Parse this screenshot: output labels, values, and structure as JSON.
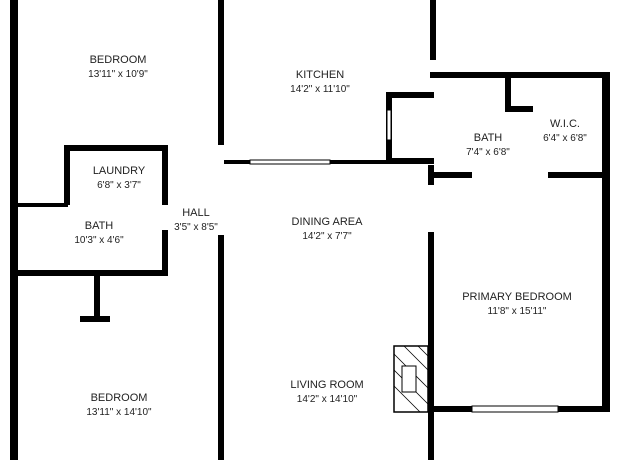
{
  "rooms": [
    {
      "key": "bedroom1",
      "name": "BEDROOM",
      "size": "13'11\" x 10'9\""
    },
    {
      "key": "kitchen",
      "name": "KITCHEN",
      "size": "14'2\" x 11'10\""
    },
    {
      "key": "wic",
      "name": "W.I.C.",
      "size": "6'4\" x 6'8\""
    },
    {
      "key": "bath_primary",
      "name": "BATH",
      "size": "7'4\" x 6'8\""
    },
    {
      "key": "laundry",
      "name": "LAUNDRY",
      "size": "6'8\" x 3'7\""
    },
    {
      "key": "hall",
      "name": "HALL",
      "size": "3'5\" x 8'5\""
    },
    {
      "key": "bath2",
      "name": "BATH",
      "size": "10'3\" x 4'6\""
    },
    {
      "key": "dining",
      "name": "DINING AREA",
      "size": "14'2\" x 7'7\""
    },
    {
      "key": "primary_bedroom",
      "name": "PRIMARY BEDROOM",
      "size": "11'8\" x 15'11\""
    },
    {
      "key": "bedroom2",
      "name": "BEDROOM",
      "size": "13'11\" x 14'10\""
    },
    {
      "key": "living",
      "name": "LIVING ROOM",
      "size": "14'2\" x 14'10\""
    }
  ],
  "colors": {
    "wall": "#000000",
    "background": "#ffffff",
    "text": "#222222"
  }
}
